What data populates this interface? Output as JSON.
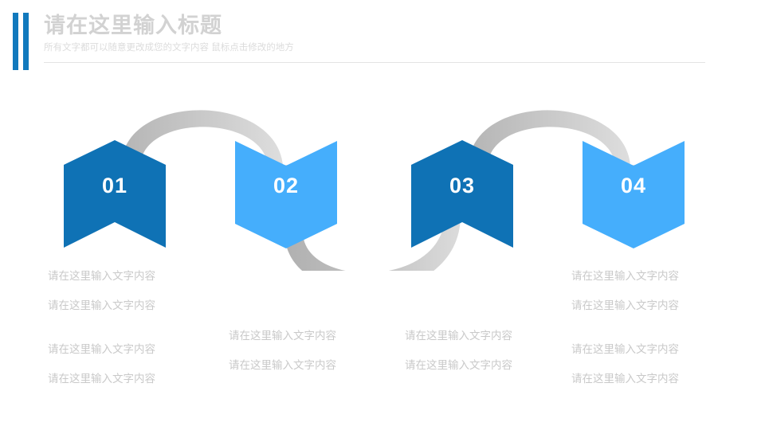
{
  "header": {
    "title": "请在这里输入标题",
    "subtitle": "所有文字都可以随意更改成您的文字内容  鼠标点击修改的地方",
    "accent_color": "#1179bd",
    "title_color": "#d2d2d2",
    "subtitle_color": "#dcdcdc",
    "rule_color": "#e4e4e4"
  },
  "colors": {
    "banner_dark": "#0f72b5",
    "banner_light": "#45aefc",
    "arrow_dark_gray": "#b0b0b0",
    "arrow_light_gray": "#dedede",
    "body_text": "#c9c9c9",
    "background": "#ffffff"
  },
  "banners": [
    {
      "number": "01",
      "color": "#0f72b5",
      "style": "dark",
      "top_shape": "point-up",
      "bottom_shape": "notch-up"
    },
    {
      "number": "02",
      "color": "#45aefc",
      "style": "light",
      "top_shape": "notch-down",
      "bottom_shape": "point-down"
    },
    {
      "number": "03",
      "color": "#0f72b5",
      "style": "dark",
      "top_shape": "point-up",
      "bottom_shape": "notch-up"
    },
    {
      "number": "04",
      "color": "#45aefc",
      "style": "light",
      "top_shape": "notch-down",
      "bottom_shape": "point-down"
    }
  ],
  "arrows": [
    {
      "from": "01",
      "to": "02",
      "direction": "over-the-top",
      "head": "down"
    },
    {
      "from": "02",
      "to": "03",
      "direction": "under-the-bottom",
      "head": "up"
    },
    {
      "from": "03",
      "to": "04",
      "direction": "over-the-top",
      "head": "down"
    }
  ],
  "columns": [
    {
      "id": "col-1",
      "lines_top": [
        "请在这里输入文字内容",
        "请在这里输入文字内容"
      ],
      "lines_bottom": [
        "请在这里输入文字内容",
        "请在这里输入文字内容"
      ]
    },
    {
      "id": "col-2",
      "lines_top": [],
      "lines_bottom": [
        "请在这里输入文字内容",
        "请在这里输入文字内容"
      ]
    },
    {
      "id": "col-3",
      "lines_top": [],
      "lines_bottom": [
        "请在这里输入文字内容",
        "请在这里输入文字内容"
      ]
    },
    {
      "id": "col-4",
      "lines_top": [
        "请在这里输入文字内容",
        "请在这里输入文字内容"
      ],
      "lines_bottom": [
        "请在这里输入文字内容",
        "请在这里输入文字内容"
      ]
    }
  ]
}
